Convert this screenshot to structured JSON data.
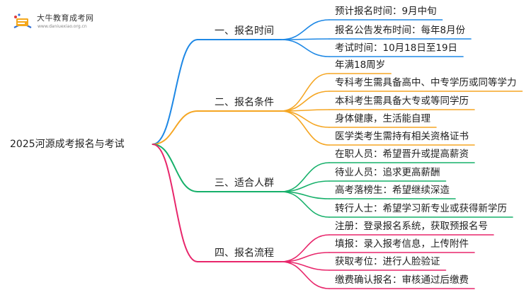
{
  "logo": {
    "title": "大牛教育成考网",
    "url": "www.daniuexiao.org.cn"
  },
  "root": {
    "label": "2025河源成考报名与考试"
  },
  "branches": [
    {
      "label": "一、报名时间",
      "color": "#1e88e5",
      "children": [
        "预计报名时间：9月中旬",
        "报名公告发布时间：每年8月份",
        "考试时间：10月18日至19日"
      ]
    },
    {
      "label": "二、报名条件",
      "color": "#f5a623",
      "children": [
        "年满18周岁",
        "专科考生需具备高中、中专学历或同等学力",
        "本科考生需具备大专或等同学历",
        "身体健康，生活能自理",
        "医学类考生需持有相关资格证书"
      ]
    },
    {
      "label": "三、适合人群",
      "color": "#16b06a",
      "children": [
        "在职人员：希望晋升或提高薪资",
        "待业人员：追求更高薪酬",
        "高考落榜生：希望继续深造",
        "转行人士：希望学习新专业或获得新学历"
      ]
    },
    {
      "label": "四、报名流程",
      "color": "#e8266b",
      "children": [
        "注册：登录报名系统，获取预报名号",
        "填报：录入报考信息，上传附件",
        "获取考位：进行人脸验证",
        "缴费确认报名：审核通过后缴费"
      ]
    }
  ]
}
